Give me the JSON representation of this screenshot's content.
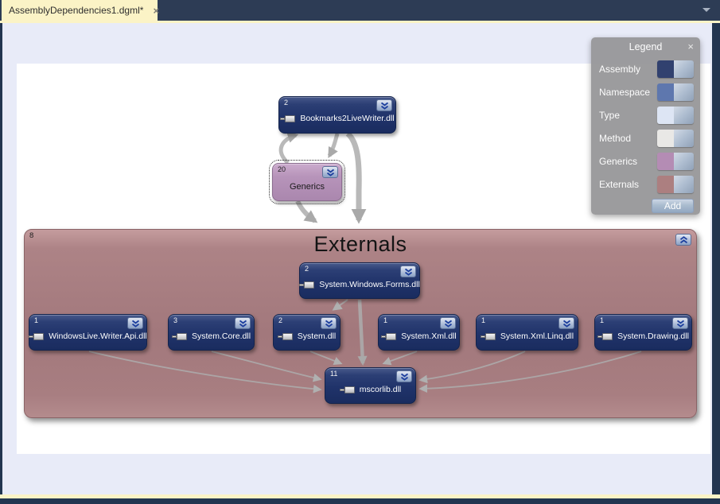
{
  "window": {
    "tab_title": "AssemblyDependencies1.dgml*",
    "tab_close_glyph": "×"
  },
  "legend": {
    "title": "Legend",
    "close_glyph": "×",
    "add_label": "Add",
    "items": [
      {
        "label": "Assembly",
        "color": "#31416f"
      },
      {
        "label": "Namespace",
        "color": "#5e77ae"
      },
      {
        "label": "Type",
        "color": "#dde5f4"
      },
      {
        "label": "Method",
        "color": "#e9e8e6"
      },
      {
        "label": "Generics",
        "color": "#b48cb4"
      },
      {
        "label": "Externals",
        "color": "#ac7f80"
      }
    ]
  },
  "graph": {
    "group": {
      "label": "Externals",
      "badge": "8"
    },
    "nodes": [
      {
        "label": "Bookmarks2LiveWriter.dll",
        "badge": "2",
        "kind": "assembly"
      },
      {
        "label": "Generics",
        "badge": "20",
        "kind": "generics",
        "selected": true
      },
      {
        "label": "System.Windows.Forms.dll",
        "badge": "2",
        "kind": "assembly"
      },
      {
        "label": "WindowsLive.Writer.Api.dll",
        "badge": "1",
        "kind": "assembly"
      },
      {
        "label": "System.Core.dll",
        "badge": "3",
        "kind": "assembly"
      },
      {
        "label": "System.dll",
        "badge": "2",
        "kind": "assembly"
      },
      {
        "label": "System.Xml.dll",
        "badge": "1",
        "kind": "assembly"
      },
      {
        "label": "System.Xml.Linq.dll",
        "badge": "1",
        "kind": "assembly"
      },
      {
        "label": "System.Drawing.dll",
        "badge": "1",
        "kind": "assembly"
      },
      {
        "label": "mscorlib.dll",
        "badge": "11",
        "kind": "assembly"
      }
    ],
    "edges": [
      {
        "from": "Generics",
        "to": "Bookmarks2LiveWriter.dll"
      },
      {
        "from": "Bookmarks2LiveWriter.dll",
        "to": "Generics"
      },
      {
        "from": "Bookmarks2LiveWriter.dll",
        "to": "Externals"
      },
      {
        "from": "Generics",
        "to": "Externals"
      },
      {
        "from": "System.Windows.Forms.dll",
        "to": "System.dll"
      },
      {
        "from": "System.Windows.Forms.dll",
        "to": "mscorlib.dll"
      },
      {
        "from": "WindowsLive.Writer.Api.dll",
        "to": "mscorlib.dll"
      },
      {
        "from": "System.Core.dll",
        "to": "mscorlib.dll"
      },
      {
        "from": "System.dll",
        "to": "mscorlib.dll"
      },
      {
        "from": "System.Xml.dll",
        "to": "mscorlib.dll"
      },
      {
        "from": "System.Xml.Linq.dll",
        "to": "mscorlib.dll"
      },
      {
        "from": "System.Drawing.dll",
        "to": "mscorlib.dll"
      }
    ]
  },
  "colors": {
    "tab_strip": "#2d3c55",
    "tab_active": "#fbf3c6",
    "document_background": "#e8ebf8",
    "canvas": "#ffffff",
    "assembly_node": "#20336a",
    "generics_node": "#b794ba",
    "externals_group": "#a2787c",
    "edge": "#a9a9a9"
  }
}
